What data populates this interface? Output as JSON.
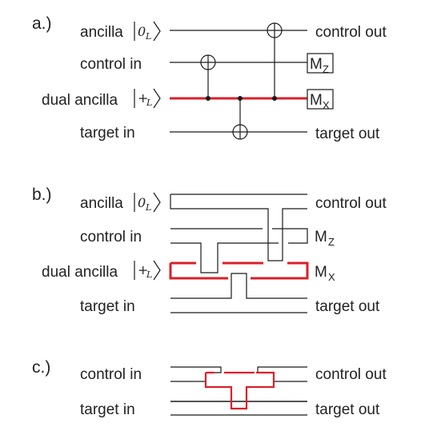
{
  "panels": {
    "a": {
      "label": "a.)",
      "rows": [
        {
          "name": "ancilla",
          "ket": "0",
          "ket_sub": "L",
          "out": "control out"
        },
        {
          "name": "control in",
          "out_meas": "M",
          "out_sub": "Z"
        },
        {
          "name": "dual ancilla",
          "ket": "+",
          "ket_sub": "L",
          "out_meas": "M",
          "out_sub": "X"
        },
        {
          "name": "target in",
          "out": "target out"
        }
      ]
    },
    "b": {
      "label": "b.)",
      "rows": [
        {
          "name": "ancilla",
          "ket": "0",
          "ket_sub": "L",
          "out": "control out"
        },
        {
          "name": "control in",
          "out_meas": "M",
          "out_sub": "Z"
        },
        {
          "name": "dual ancilla",
          "ket": "+",
          "ket_sub": "L",
          "out_meas": "M",
          "out_sub": "X"
        },
        {
          "name": "target in",
          "out": "target out"
        }
      ]
    },
    "c": {
      "label": "c.)",
      "rows": [
        {
          "name": "control in",
          "out": "control out"
        },
        {
          "name": "target in",
          "out": "target out"
        }
      ]
    }
  },
  "colors": {
    "wire": "#1a1a1a",
    "defect": "#d9212a"
  }
}
